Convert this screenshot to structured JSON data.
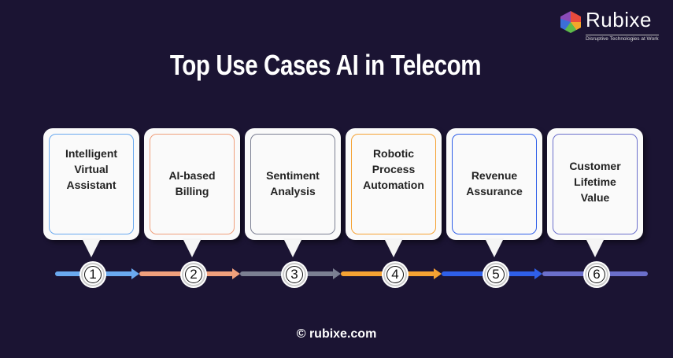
{
  "logo": {
    "name": "Rubixe",
    "tagline": "Disruptive Technologies at Work"
  },
  "title": "Top Use Cases AI in Telecom",
  "steps": [
    {
      "number": "1",
      "label": "Intelligent Virtual Assistant",
      "color": "#6aa9ef"
    },
    {
      "number": "2",
      "label": "AI-based Billing",
      "color": "#f0a07c"
    },
    {
      "number": "3",
      "label": "Sentiment Analysis",
      "color": "#7b7f92"
    },
    {
      "number": "4",
      "label": "Robotic Process Automation",
      "color": "#f5a233"
    },
    {
      "number": "5",
      "label": "Revenue Assurance",
      "color": "#2f5fe8"
    },
    {
      "number": "6",
      "label": "Customer Lifetime Value",
      "color": "#6b6fcb"
    }
  ],
  "footer": "© rubixe.com"
}
